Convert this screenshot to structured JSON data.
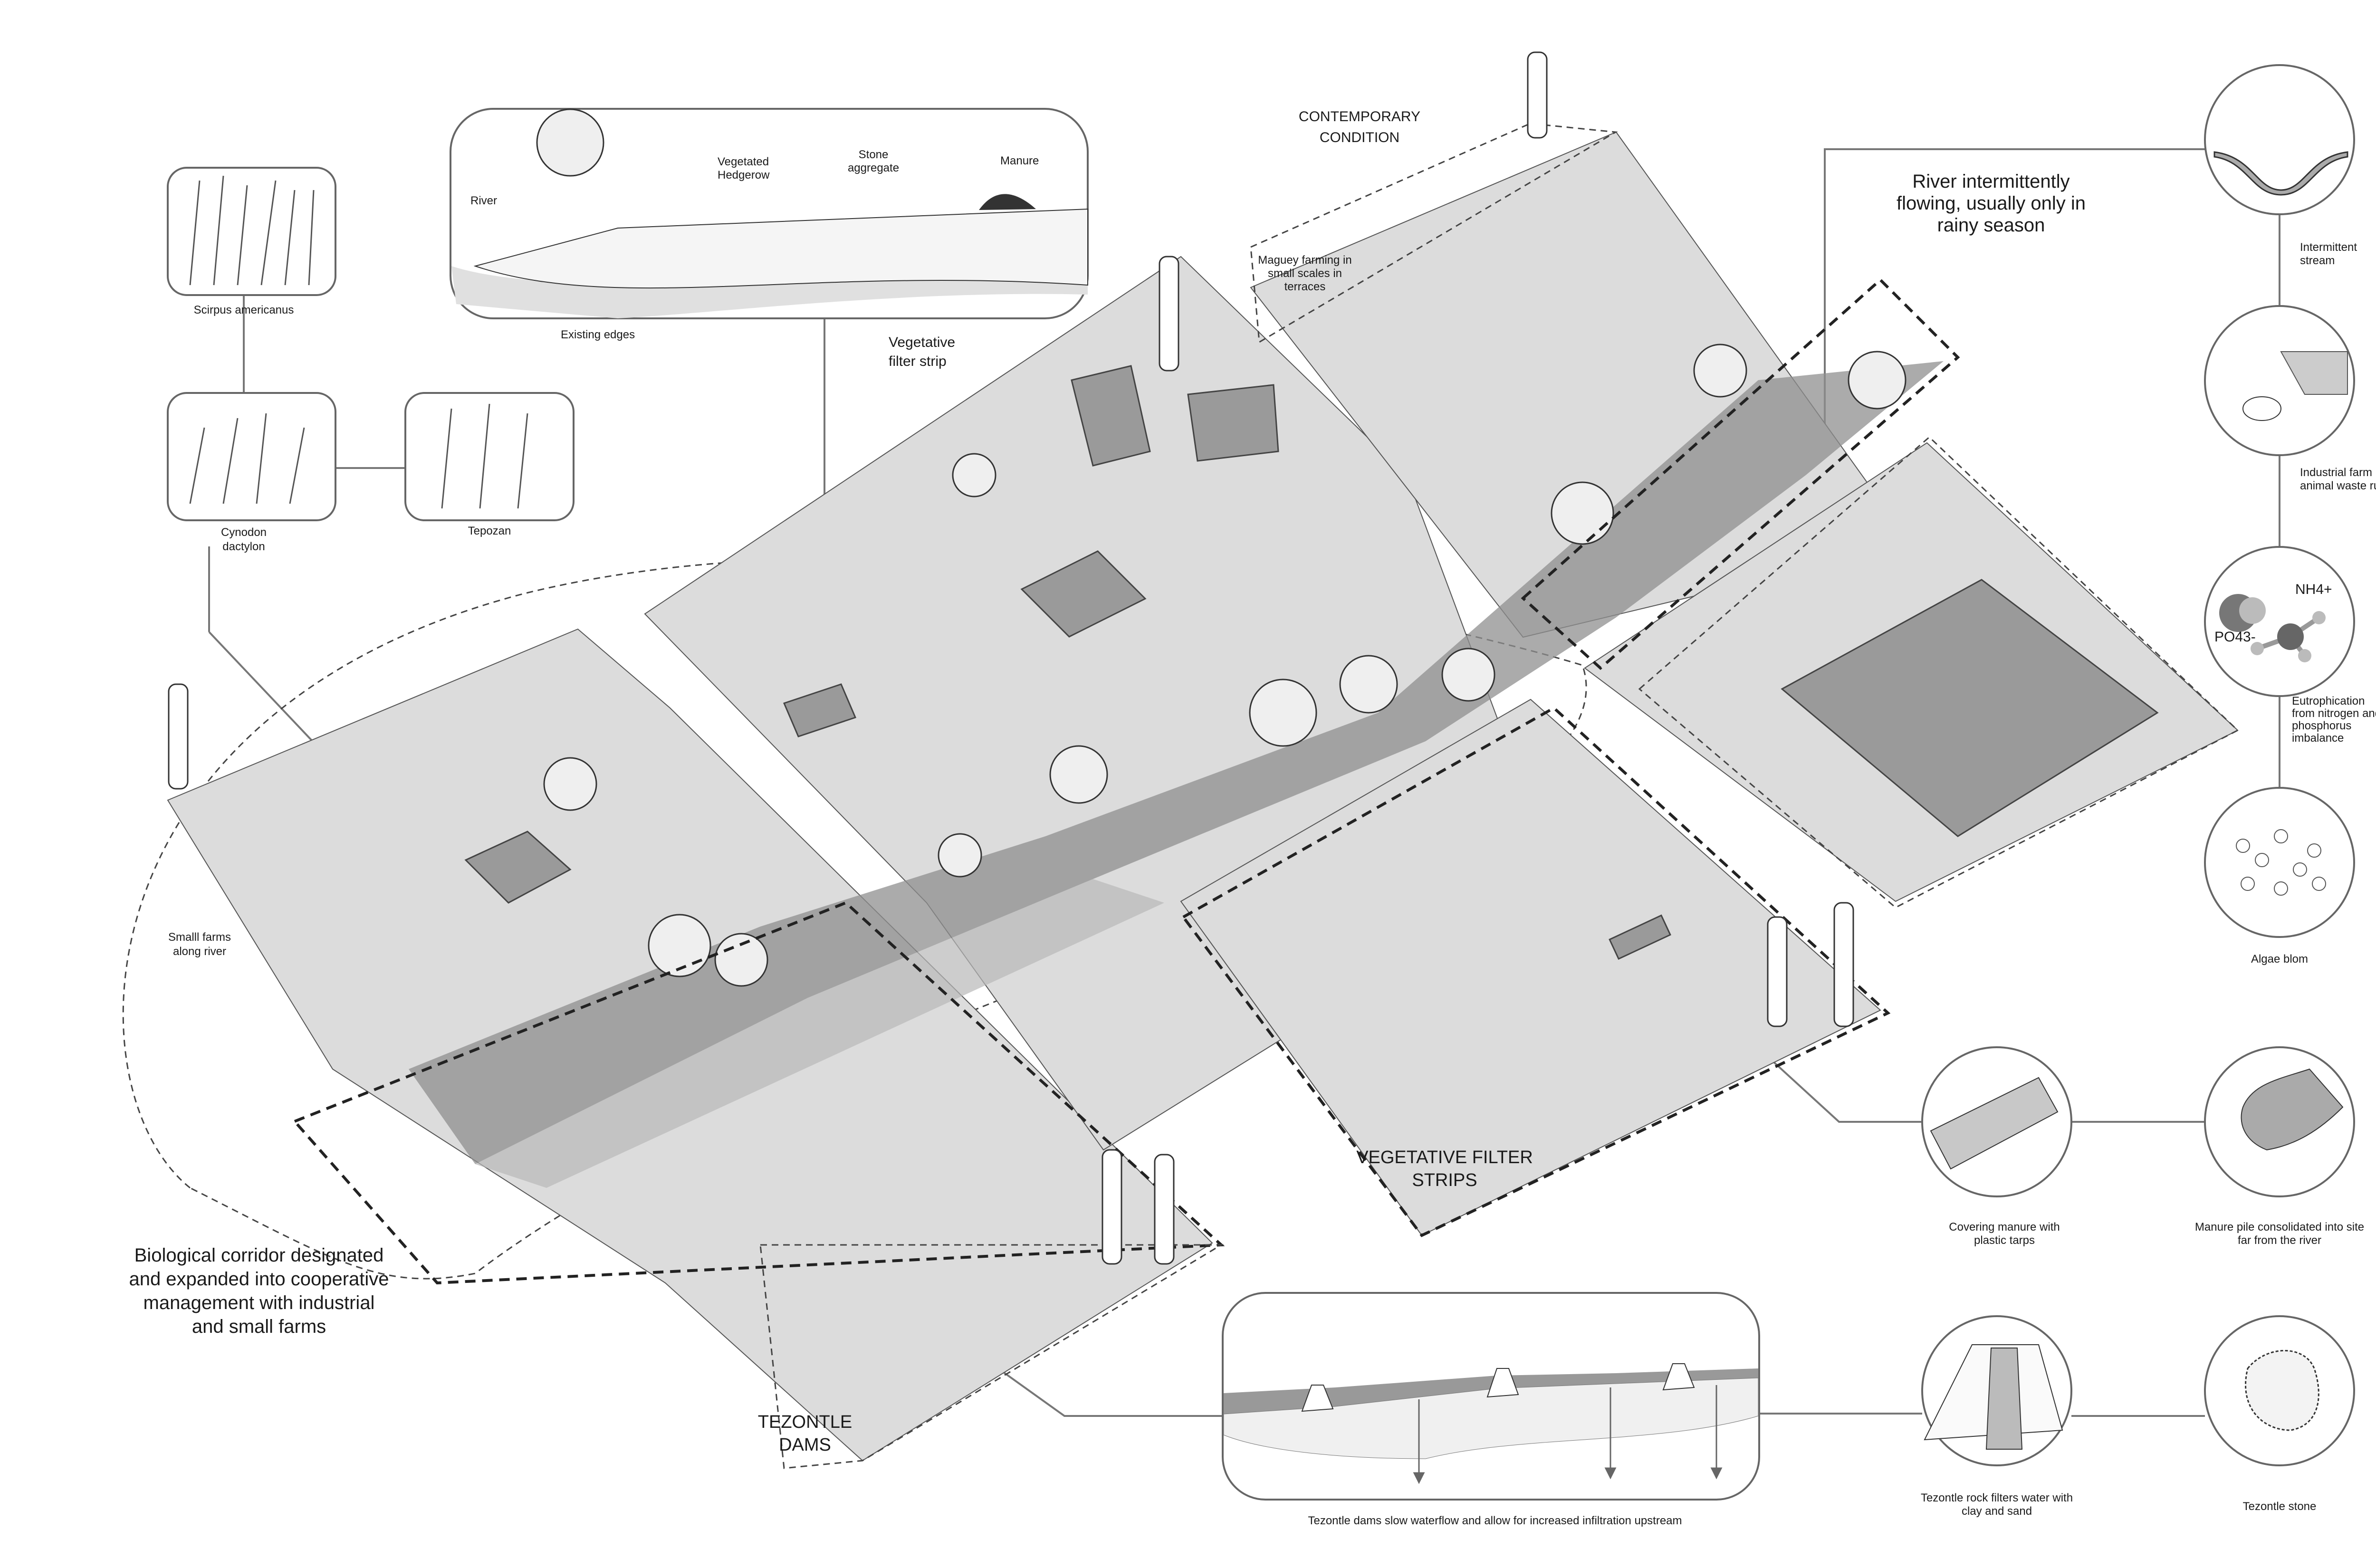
{
  "plant_callouts": {
    "scirpus": "Scirpus americanus",
    "cynodon": "Cynodon dactylon",
    "tepozan": "Tepozan"
  },
  "existing_edges": {
    "river": "River",
    "hedgerow": [
      "Vegetated",
      "Hedgerow"
    ],
    "stone": [
      "Stone",
      "aggregate"
    ],
    "manure": "Manure",
    "caption": "Existing edges"
  },
  "vegetative_filter_strip": [
    "Vegetative",
    "filter strip"
  ],
  "contemporary_condition": [
    "CONTEMPORARY",
    "CONDITION"
  ],
  "maguey": [
    "Maguey farming in",
    "small scales in",
    "terraces"
  ],
  "river_intermittent": [
    "River intermittently",
    "flowing, usually only in",
    "rainy season"
  ],
  "small_farms": [
    "Smalll farms",
    "along river"
  ],
  "biological_corridor": [
    "Biological corridor designated",
    "and expanded into cooperative",
    "management with industrial",
    "and small farms"
  ],
  "tezontle_dams_label": [
    "TEZONTLE",
    "DAMS"
  ],
  "vegetative_filter_strips_label": [
    "VEGETATIVE FILTER",
    "STRIPS"
  ],
  "right_column": {
    "intermittent_stream": [
      "Intermittent",
      "stream"
    ],
    "industrial_runoff": [
      "Industrial farm",
      "animal waste runoff"
    ],
    "nh4": "NH4+",
    "po4": "PO43-",
    "eutrophication": [
      "Eutrophication",
      "from nitrogen and",
      "phosphorus",
      "imbalance"
    ],
    "algae": "Algae blom"
  },
  "bottom_right": {
    "covering_manure": [
      "Covering manure with",
      "plastic tarps"
    ],
    "manure_pile": [
      "Manure pile consolidated into site",
      "far from the river"
    ],
    "tezontle_rock": [
      "Tezontle rock filters water with",
      "clay and sand"
    ],
    "tezontle_stone": "Tezontle stone"
  },
  "dams_section_caption": "Tezontle dams slow waterflow and allow for increased infiltration upstream"
}
